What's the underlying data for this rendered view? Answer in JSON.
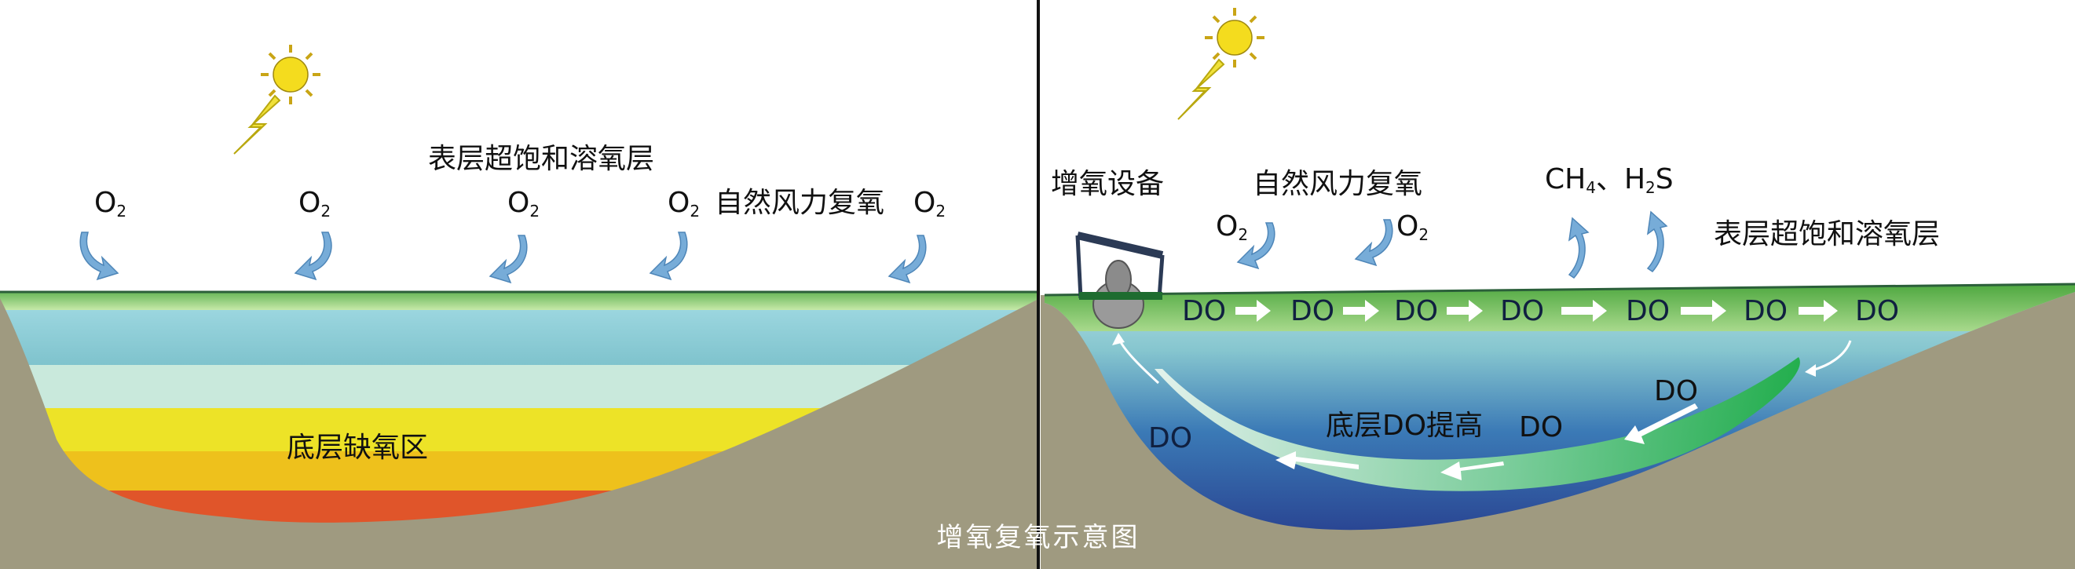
{
  "caption": "增氧复氧示意图",
  "left": {
    "surface_layer": "表层超饱和溶氧层",
    "wind_reaeration": "自然风力复氧",
    "anoxic_zone": "底层缺氧区",
    "o2": {
      "main": "O",
      "sub": "2"
    }
  },
  "right": {
    "aerator": "增氧设备",
    "wind_reaeration": "自然风力复氧",
    "surface_layer": "表层超饱和溶氧层",
    "gases": {
      "ch_main": "CH",
      "ch_sub": "4",
      "sep": "、",
      "h_main": "H",
      "h_sub": "2",
      "s": "S"
    },
    "o2": {
      "main": "O",
      "sub": "2"
    },
    "do": "DO",
    "bottom_do": "底层DO提高"
  },
  "colors": {
    "ground": "#9f9a80",
    "water_surface": "#49a63f",
    "sun": "#f4dc1e",
    "lightning": "#f0e13a",
    "arrow_blue": "#77acd8",
    "anoxic_orange": "#e0552a",
    "deep_blue": "#243c8c"
  }
}
